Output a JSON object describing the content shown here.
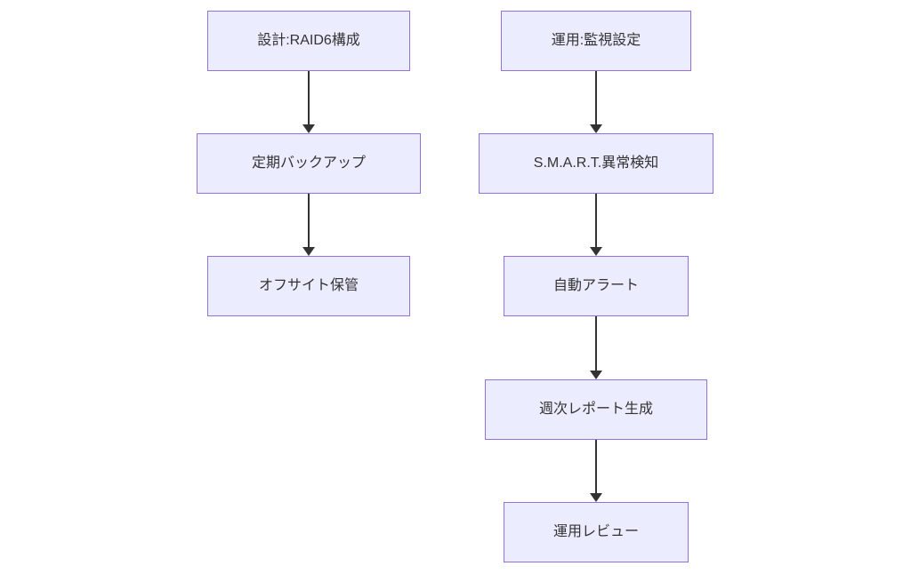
{
  "diagram": {
    "type": "flowchart",
    "direction": "top-down",
    "colors": {
      "node_fill": "#ECECFF",
      "node_border": "#9370DB",
      "node_text": "#333333",
      "arrow": "#333333",
      "background": "#FFFFFF"
    },
    "flows": [
      {
        "name": "design-backup-flow",
        "nodes": [
          {
            "label": "設計:RAID6構成"
          },
          {
            "label": "定期バックアップ"
          },
          {
            "label": "オフサイト保管"
          }
        ]
      },
      {
        "name": "operations-monitoring-flow",
        "nodes": [
          {
            "label": "運用:監視設定"
          },
          {
            "label": "S.M.A.R.T.異常検知"
          },
          {
            "label": "自動アラート"
          },
          {
            "label": "週次レポート生成"
          },
          {
            "label": "運用レビュー"
          }
        ]
      }
    ],
    "edges": [
      {
        "from": "設計:RAID6構成",
        "to": "定期バックアップ"
      },
      {
        "from": "定期バックアップ",
        "to": "オフサイト保管"
      },
      {
        "from": "運用:監視設定",
        "to": "S.M.A.R.T.異常検知"
      },
      {
        "from": "S.M.A.R.T.異常検知",
        "to": "自動アラート"
      },
      {
        "from": "自動アラート",
        "to": "週次レポート生成"
      },
      {
        "from": "週次レポート生成",
        "to": "運用レビュー"
      }
    ]
  }
}
